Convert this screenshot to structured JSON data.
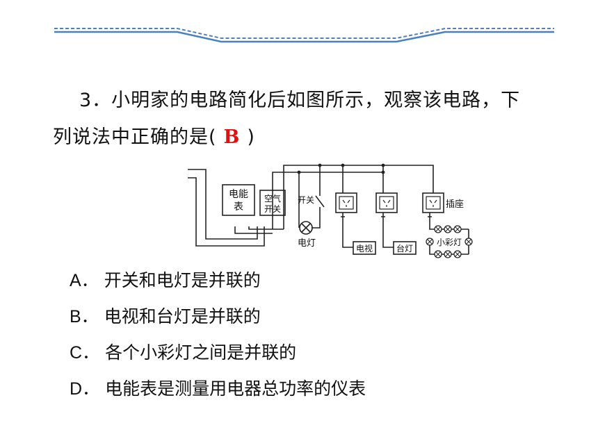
{
  "question": {
    "line1": "3．小明家的电路简化后如图所示，观察该电路，下",
    "line2_prefix": "列说法中正确的是(",
    "answer": "B",
    "line2_suffix": ")"
  },
  "figure": {
    "meter_label_1": "电能",
    "meter_label_2": "表",
    "breaker_label_1": "空气",
    "breaker_label_2": "开关",
    "switch_label": "开关",
    "lamp_label": "电灯",
    "socket_label": "插座",
    "tv_label": "电视",
    "desk_lamp_label": "台灯",
    "small_lights_label": "小彩灯"
  },
  "options": [
    {
      "key": "A．",
      "text": "开关和电灯是并联的"
    },
    {
      "key": "B．",
      "text": "电视和台灯是并联的"
    },
    {
      "key": "C．",
      "text": "各个小彩灯之间是并联的"
    },
    {
      "key": "D．",
      "text": "电能表是测量用电器总功率的仪表"
    }
  ],
  "colors": {
    "banner": "#4a7fc1",
    "answer": "#e01010"
  }
}
